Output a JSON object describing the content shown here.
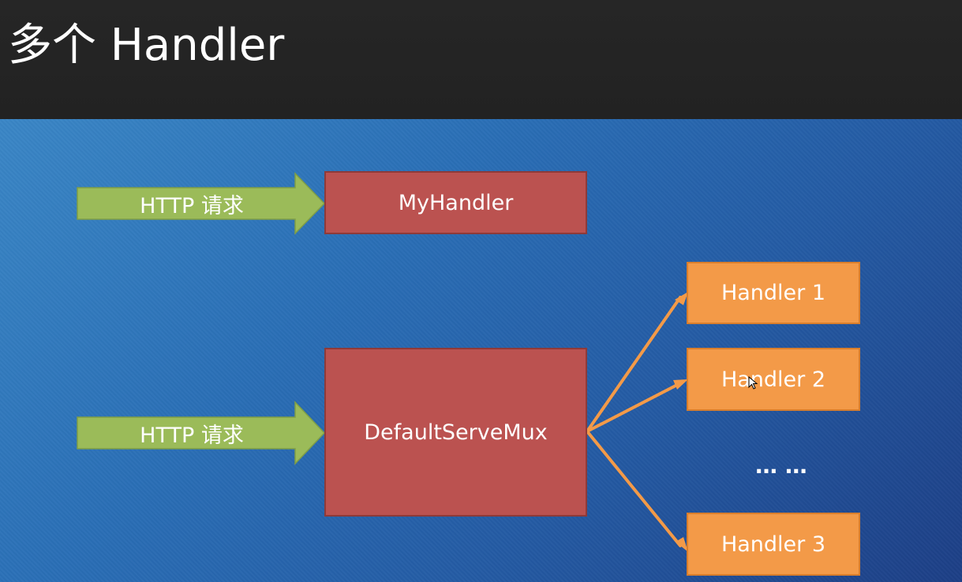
{
  "slide": {
    "title": "多个 Handler"
  },
  "diagram": {
    "request_arrow_1": {
      "label": "HTTP 请求"
    },
    "request_arrow_2": {
      "label": "HTTP 请求"
    },
    "my_handler": {
      "label": "MyHandler"
    },
    "default_serve_mux": {
      "label": "DefaultServeMux"
    },
    "handlers": [
      {
        "label": "Handler 1"
      },
      {
        "label": "Handler 2"
      },
      {
        "label": "Handler 3"
      }
    ],
    "ellipsis": "… …"
  },
  "colors": {
    "title_bar": "#242424",
    "background_light": "#3a86c6",
    "background_dark": "#1d3f86",
    "request_arrow": "#9bbb59",
    "server_box": "#bb5250",
    "handler_box": "#f39a48",
    "connector": "#f39a48"
  }
}
